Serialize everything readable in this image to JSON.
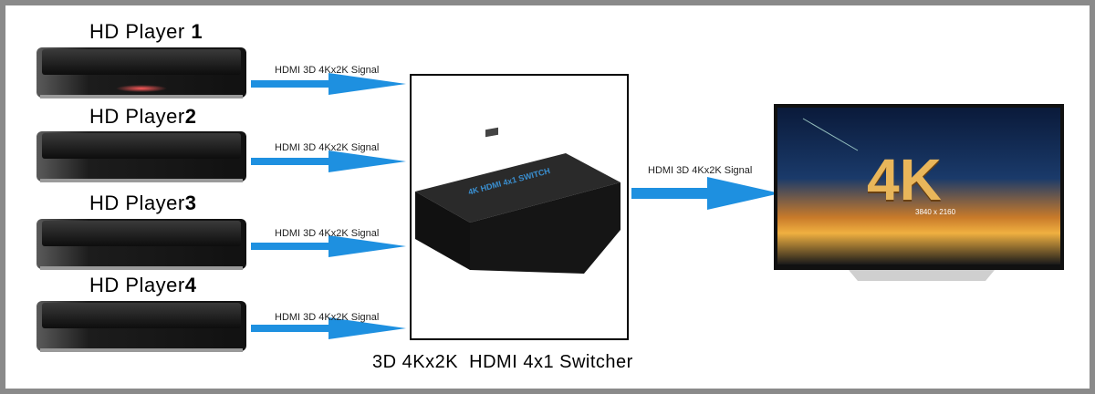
{
  "players": [
    {
      "name": "HD Player",
      "number": "1",
      "signal": "HDMI 3D 4Kx2K Signal"
    },
    {
      "name": "HD Player",
      "number": "2",
      "signal": "HDMI 3D 4Kx2K Signal"
    },
    {
      "name": "HD Player",
      "number": "3",
      "signal": "HDMI 3D 4Kx2K Signal"
    },
    {
      "name": "HD Player",
      "number": "4",
      "signal": "HDMI 3D 4Kx2K Signal"
    }
  ],
  "output_signal": "HDMI 3D 4Kx2K Signal",
  "switcher": {
    "caption": "3D 4Kx2K  HDMI 4x1 Switcher",
    "device_label": "4K HDMI 4x1 SWITCH"
  },
  "tv": {
    "badge": "4K",
    "sublabel": "3840 x 2160"
  },
  "colors": {
    "arrow": "#1e90e0",
    "frame": "#8a8a8a",
    "device": "#1a1a1a"
  }
}
